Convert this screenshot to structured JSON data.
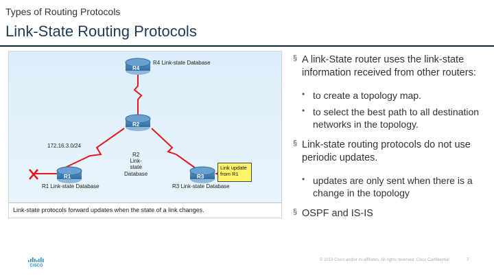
{
  "header": {
    "subtitle": "Types of Routing Protocols",
    "title": "Link-State Routing Protocols"
  },
  "figure": {
    "r4_db_label": "R4 Link-state Database",
    "r4": "R4",
    "r2": "R2",
    "r1": "R1",
    "r3": "R3",
    "network": "172.16.3.0/24",
    "r2_db_label": "R2\nLink-\nstate\nDatabase",
    "r1_db_label": "R1 Link-state Database",
    "r3_db_label": "R3 Link-state Database",
    "callout": "Link update from R1",
    "caption": "Link-state protocols forward updates when the state of a link changes."
  },
  "bullets": [
    {
      "text": "A link-State router uses the link-state information received from other routers:",
      "level": 1
    },
    {
      "text": "to create a topology map.",
      "level": 2
    },
    {
      "text": "to select the best path to all destination networks in the topology.",
      "level": 2
    },
    {
      "text": "Link-state routing protocols do not use periodic updates.",
      "level": 1
    },
    {
      "text": "updates are only sent when there is a change in the topology",
      "level": 2
    },
    {
      "text": "OSPF and IS-IS",
      "level": 1
    }
  ],
  "footer": {
    "logo": "cisco-logo",
    "copyright": "© 2013 Cisco and/or its affiliates. All rights reserved.     Cisco Confidential",
    "page": "7"
  },
  "colors": {
    "title": "#1f3a55",
    "accent_red": "#e8141e",
    "router_blue": "#2f6ea3",
    "callout_yellow": "#fff36b"
  }
}
